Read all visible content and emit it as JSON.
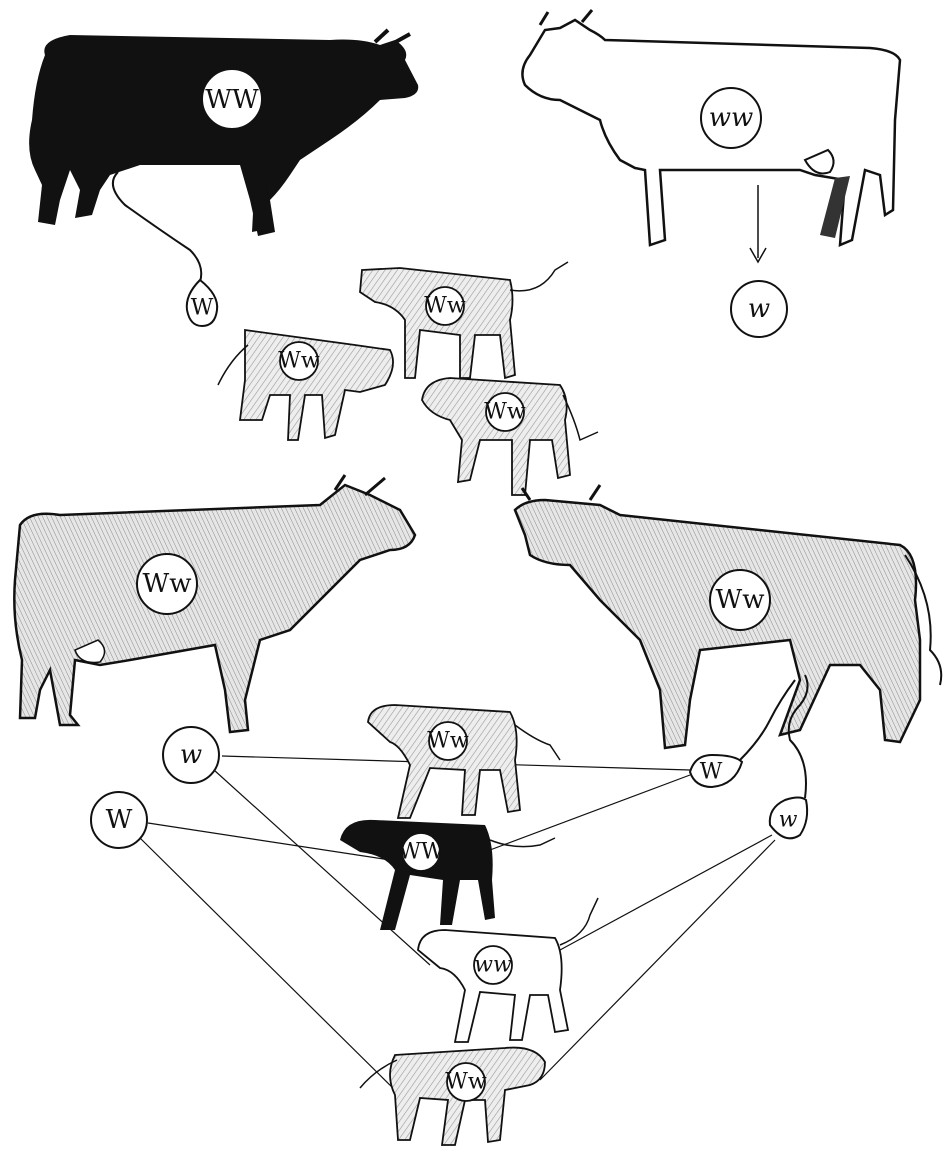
{
  "colors": {
    "ink": "#111111",
    "paper": "#ffffff",
    "light_coat": "#e8e8e8",
    "hatch": "#9a9a9a"
  },
  "parents": {
    "black_bull": {
      "genotype": "WW",
      "color": "black"
    },
    "white_cow": {
      "genotype": "ww",
      "color": "white"
    },
    "sperm_gamete": {
      "allele": "W"
    },
    "egg_gamete": {
      "allele": "w"
    }
  },
  "f1_calves": [
    {
      "genotype": "Ww"
    },
    {
      "genotype": "Ww"
    },
    {
      "genotype": "Ww"
    }
  ],
  "f1_adults": {
    "roan_cow": {
      "genotype": "Ww"
    },
    "roan_bull": {
      "genotype": "Ww"
    }
  },
  "f2_gametes": {
    "cow_egg_w": {
      "allele": "w"
    },
    "cow_egg_W": {
      "allele": "W"
    },
    "bull_sperm_W": {
      "allele": "W"
    },
    "bull_sperm_w": {
      "allele": "w"
    }
  },
  "f2_offspring": [
    {
      "genotype": "Ww",
      "color": "roan"
    },
    {
      "genotype": "WW",
      "color": "black"
    },
    {
      "genotype": "ww",
      "color": "white"
    },
    {
      "genotype": "Ww",
      "color": "roan"
    }
  ]
}
